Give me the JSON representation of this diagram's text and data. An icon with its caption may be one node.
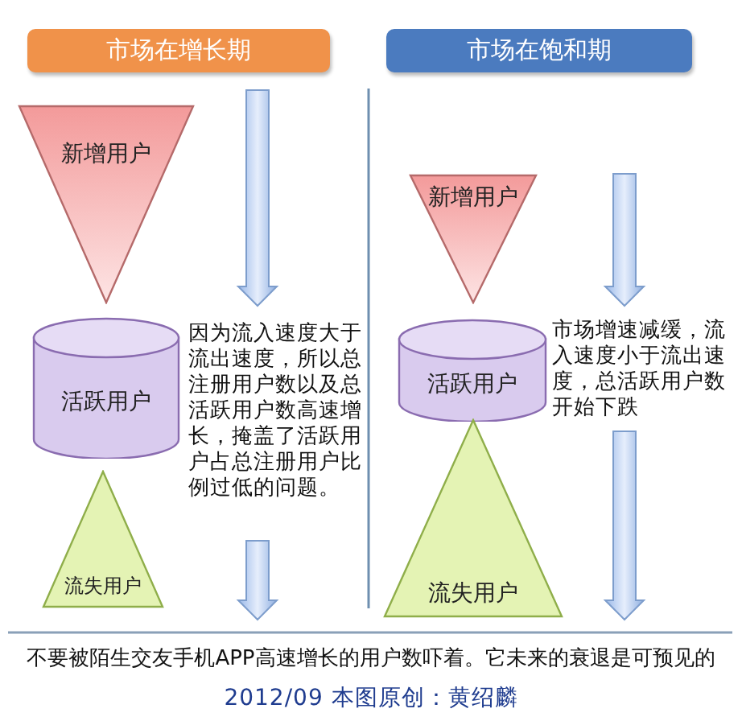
{
  "diagram": {
    "caption": "不要被陌生交友手机APP高速增长的用户数吓着。它未来的衰退是可预见的",
    "nodes": [
      {
        "text": [
          "市场在增长期"
        ]
      },
      {
        "text": [
          "新增用户"
        ]
      },
      {
        "text": [
          "活跃用户"
        ]
      },
      {
        "text": [
          "流失用户"
        ]
      },
      {
        "text": [
          "市场在饱和期"
        ]
      },
      {
        "text": [
          "新增用户"
        ]
      },
      {
        "text": [
          "活跃用户"
        ]
      },
      {
        "text": [
          "流失用户"
        ]
      }
    ],
    "labels": [
      "因为流入速度大于流出速度，所以总注册用户数以及总活跃用户数高速增长，掩盖了活跃用户占总注册用户比例过低的问题。",
      "市场增速减缓，流入速度小于流出速度，总活跃用户数开始下跌",
      "2012/09 本图原创：黄绍麟"
    ]
  }
}
